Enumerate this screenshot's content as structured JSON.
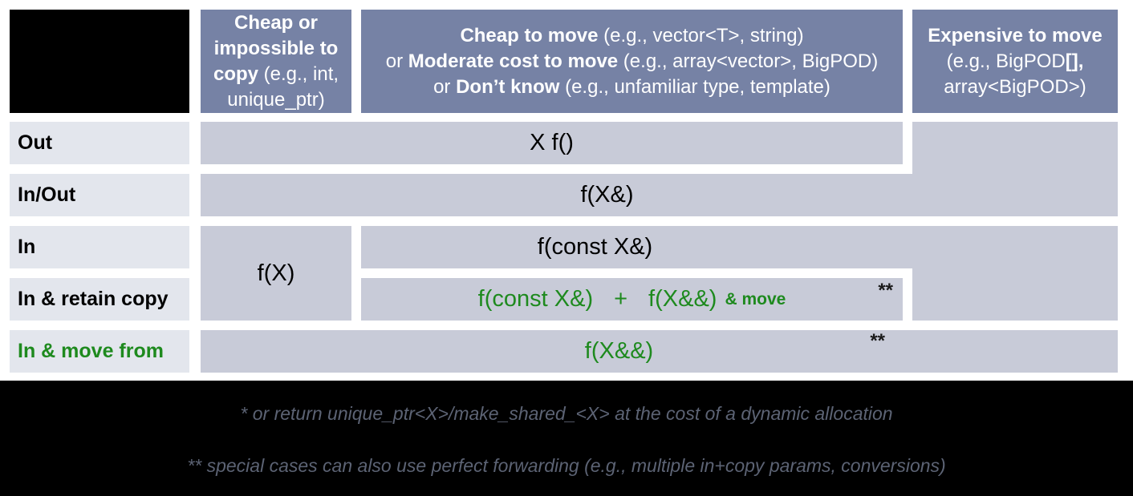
{
  "colors": {
    "header_bg": "#7682a5",
    "cell_bg": "#c8cbd8",
    "label_bg": "#e3e6ed",
    "accent_green": "#1e8a1e",
    "footnote_text": "#5c6374",
    "footer_bg": "#000000"
  },
  "header": {
    "col1": {
      "bold": "Cheap or impossible to copy",
      "rest": " (e.g., int, unique_ptr)"
    },
    "col2": {
      "l1b": "Cheap to move",
      "l1r": " (e.g., vector<T>, string)",
      "l2p": "or ",
      "l2b": "Moderate cost to move",
      "l2r": " (e.g., array<vector>, BigPOD)",
      "l3p": "or ",
      "l3b": "Don’t know",
      "l3r": " (e.g., unfamiliar type, template)"
    },
    "col3": {
      "l1b": "Expensive to move",
      "l2r": "(e.g., BigPOD",
      "l2b": "[],",
      "l3r": "array<BigPOD>)"
    }
  },
  "rows": {
    "out": {
      "label": "Out",
      "code": "X f()"
    },
    "inout": {
      "label": "In/Out",
      "code": "f(X&)"
    },
    "in": {
      "label": "In",
      "code": "f(const X&)"
    },
    "copy_cheap": {
      "code": "f(X)"
    },
    "retain": {
      "label": "In & retain copy",
      "code1": "f(const X&)",
      "plus": "+",
      "code2": "f(X&&)",
      "suffix": "& move",
      "stars": "**"
    },
    "move": {
      "label": "In & move from",
      "code": "f(X&&)",
      "stars": "**"
    }
  },
  "footnotes": {
    "f1": "* or return unique_ptr<X>/make_shared_<X> at the cost of a dynamic allocation",
    "f2": "** special cases can also use perfect forwarding (e.g., multiple in+copy params, conversions)"
  }
}
